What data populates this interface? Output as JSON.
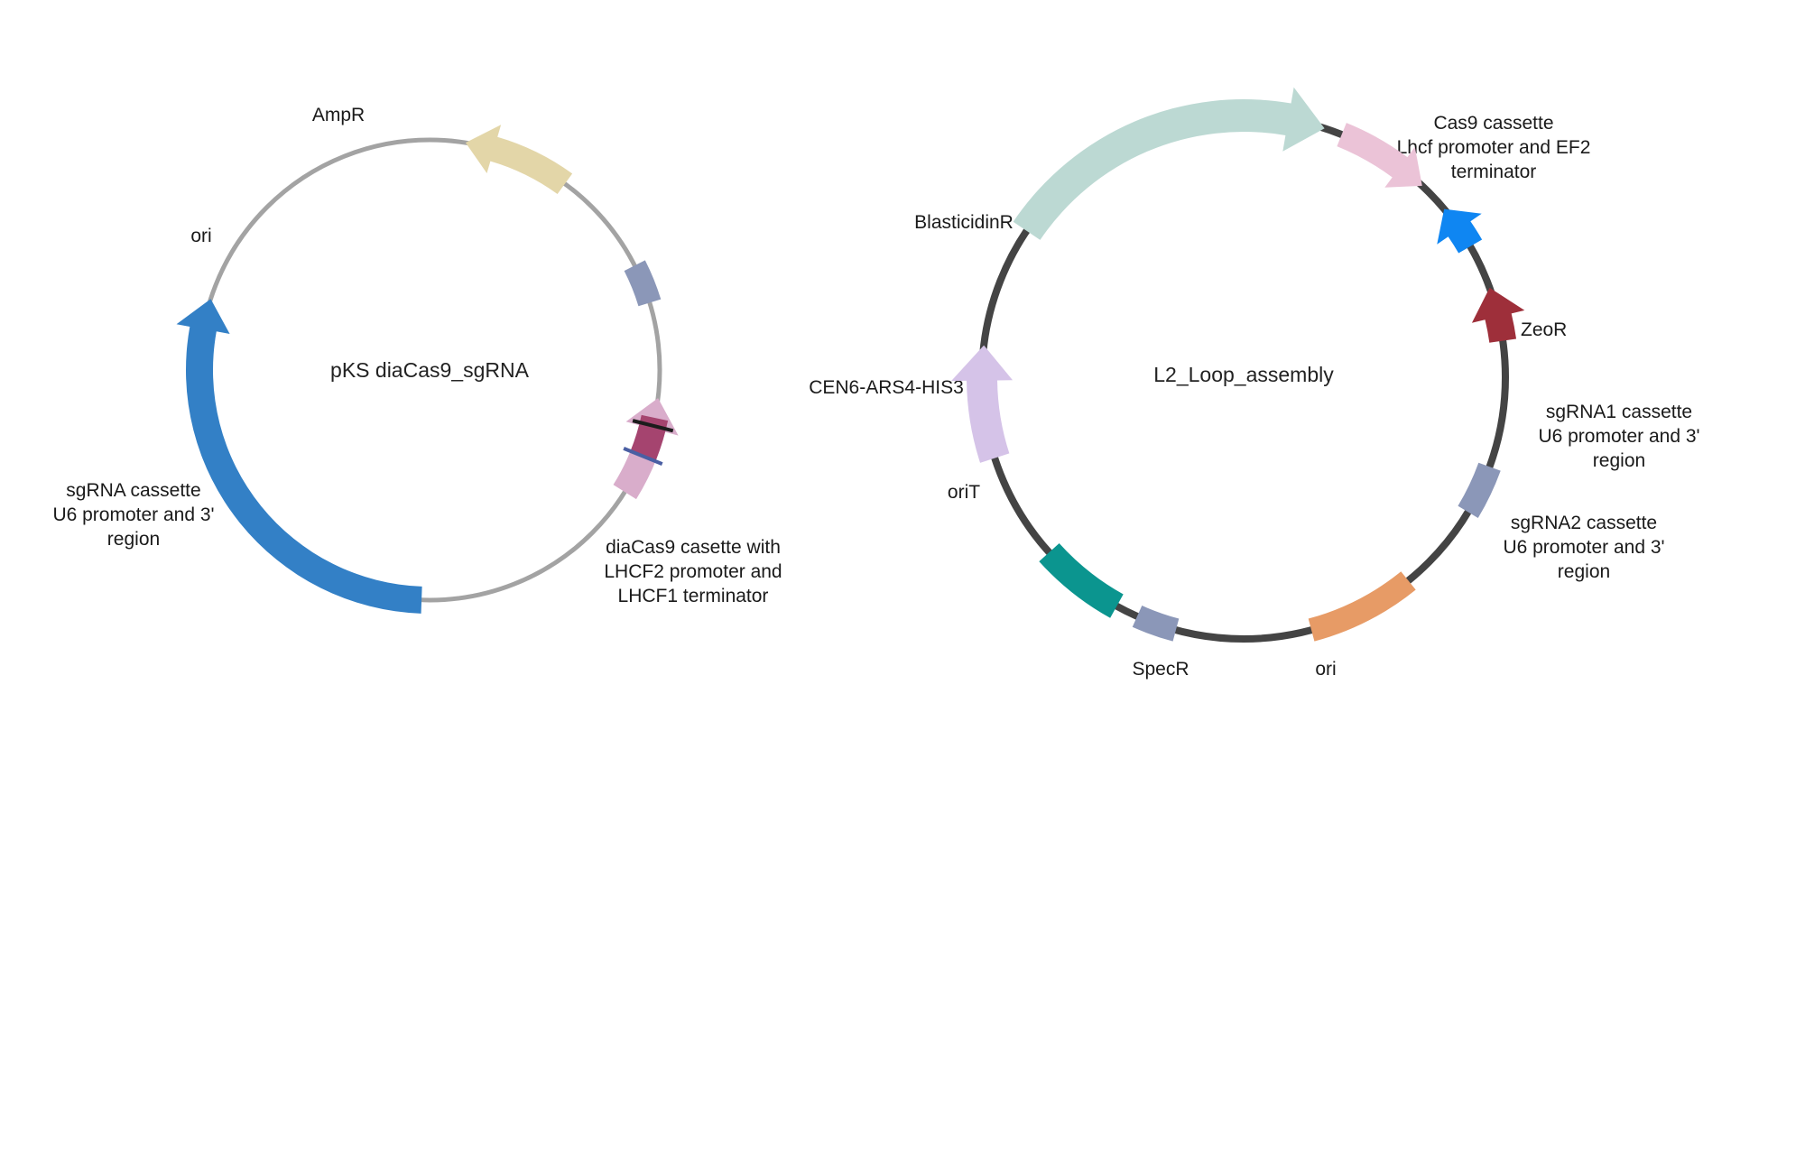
{
  "plasmids": [
    {
      "id": "pks",
      "name": "pKS diaCas9_sgRNA",
      "backbone_color": "#a3a3a3",
      "features": [
        {
          "id": "ampr",
          "label": [
            "AmpR"
          ],
          "color": "#e3d6a8",
          "type": "arrow",
          "direction": "ccw"
        },
        {
          "id": "ori",
          "label": [
            "ori"
          ],
          "color": "#8b97b8",
          "type": "box"
        },
        {
          "id": "sgrna-cassette",
          "label": [
            "sgRNA cassette",
            "U6 promoter and 3'",
            "region"
          ],
          "color": "#d9adcb",
          "inner_color": "#a5446f",
          "type": "arrow",
          "direction": "ccw"
        },
        {
          "id": "diacas9-cassette",
          "label": [
            "diaCas9 casette with",
            "LHCF2 promoter and",
            "LHCF1 terminator"
          ],
          "color": "#3380c6",
          "type": "arrow",
          "direction": "cw"
        }
      ]
    },
    {
      "id": "l2",
      "name": "L2_Loop_assembly",
      "backbone_color": "#444444",
      "features": [
        {
          "id": "cas9-cassette",
          "label": [
            "Cas9 cassette",
            "Lhcf promoter and EF2",
            "terminator"
          ],
          "color": "#bcd9d3",
          "type": "arrow",
          "direction": "cw"
        },
        {
          "id": "zeor",
          "label": [
            "ZeoR"
          ],
          "color": "#ebc3d7",
          "type": "arrow",
          "direction": "cw"
        },
        {
          "id": "sgrna1-cassette",
          "label": [
            "sgRNA1 cassette",
            "U6 promoter and 3'",
            "region"
          ],
          "color": "#0f86f2",
          "type": "arrow",
          "direction": "ccw"
        },
        {
          "id": "sgrna2-cassette",
          "label": [
            "sgRNA2 cassette",
            "U6 promoter and 3'",
            "region"
          ],
          "color": "#9e2f3a",
          "type": "arrow",
          "direction": "ccw"
        },
        {
          "id": "ori",
          "label": [
            "ori"
          ],
          "color": "#8b97b8",
          "type": "box"
        },
        {
          "id": "specr",
          "label": [
            "SpecR"
          ],
          "color": "#e79b66",
          "type": "box"
        },
        {
          "id": "orit",
          "label": [
            "oriT"
          ],
          "color": "#8b97b8",
          "type": "box"
        },
        {
          "id": "cen6",
          "label": [
            "CEN6-ARS4-HIS3"
          ],
          "color": "#0b958f",
          "type": "box"
        },
        {
          "id": "blasticidinr",
          "label": [
            "BlasticidinR"
          ],
          "color": "#d5c3e8",
          "type": "arrow",
          "direction": "cw"
        }
      ]
    }
  ]
}
